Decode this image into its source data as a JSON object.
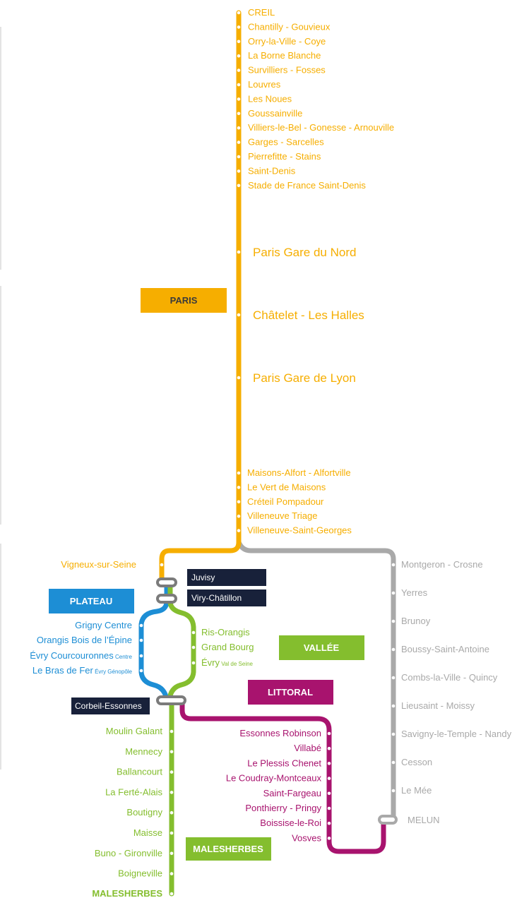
{
  "colors": {
    "paris": "#F6AE00",
    "plateau": "#1D8ED5",
    "vallee": "#84BE2E",
    "littoral": "#A8136E",
    "melun": "#A9A9A9",
    "junction": "#7B7B7B",
    "label_dark": "#18213A"
  },
  "sections": {
    "paris": "PARIS",
    "plateau": "PLATEAU",
    "vallee": "VALLÉE",
    "littoral": "LITTORAL",
    "malesherbes": "MALESHERBES"
  },
  "junctions": {
    "juvisy": "Juvisy",
    "viry": "Viry-Châtillon",
    "corbeil": "Corbeil-Essonnes"
  },
  "stations": {
    "north": [
      "CREIL",
      "Chantilly - Gouvieux",
      "Orry-la-Ville - Coye",
      "La Borne Blanche",
      "Survilliers - Fosses",
      "Louvres",
      "Les Noues",
      "Goussainville",
      "Villiers-le-Bel - Gonesse - Arnouville",
      "Garges - Sarcelles",
      "Pierrefitte - Stains",
      "Saint-Denis",
      "Stade de France Saint-Denis"
    ],
    "paris": [
      "Paris Gare du Nord",
      "Châtelet - Les Halles",
      "Paris Gare de Lyon"
    ],
    "south": [
      "Maisons-Alfort - Alfortville",
      "Le Vert de Maisons",
      "Créteil Pompadour",
      "Villeneuve Triage",
      "Villeneuve-Saint-Georges"
    ],
    "vigneux": "Vigneux-sur-Seine",
    "melun_branch": [
      "Montgeron - Crosne",
      "Yerres",
      "Brunoy",
      "Boussy-Saint-Antoine",
      "Combs-la-Ville - Quincy",
      "Lieusaint - Moissy",
      "Savigny-le-Temple - Nandy",
      "Cesson",
      "Le Mée"
    ],
    "melun_terminus": "MELUN",
    "plateau": [
      {
        "name": "Grigny Centre",
        "sub": ""
      },
      {
        "name": "Orangis Bois de l’Épine",
        "sub": ""
      },
      {
        "name": "Évry Courcouronnes",
        "sub": "Centre"
      },
      {
        "name": "Le Bras de Fer",
        "sub": "Évry Génopôle"
      }
    ],
    "vallee": [
      {
        "name": "Ris-Orangis",
        "sub": ""
      },
      {
        "name": "Grand Bourg",
        "sub": ""
      },
      {
        "name": "Évry",
        "sub": "Val de Seine"
      }
    ],
    "littoral": [
      "Essonnes Robinson",
      "Villabé",
      "Le Plessis Chenet",
      "Le Coudray-Montceaux",
      "Saint-Fargeau",
      "Ponthierry - Pringy",
      "Boissise-le-Roi",
      "Vosves"
    ],
    "malesherbes_branch": [
      "Moulin Galant",
      "Mennecy",
      "Ballancourt",
      "La Ferté-Alais",
      "Boutigny",
      "Maisse",
      "Buno - Gironville",
      "Boigneville"
    ],
    "malesherbes_terminus": "MALESHERBES"
  }
}
